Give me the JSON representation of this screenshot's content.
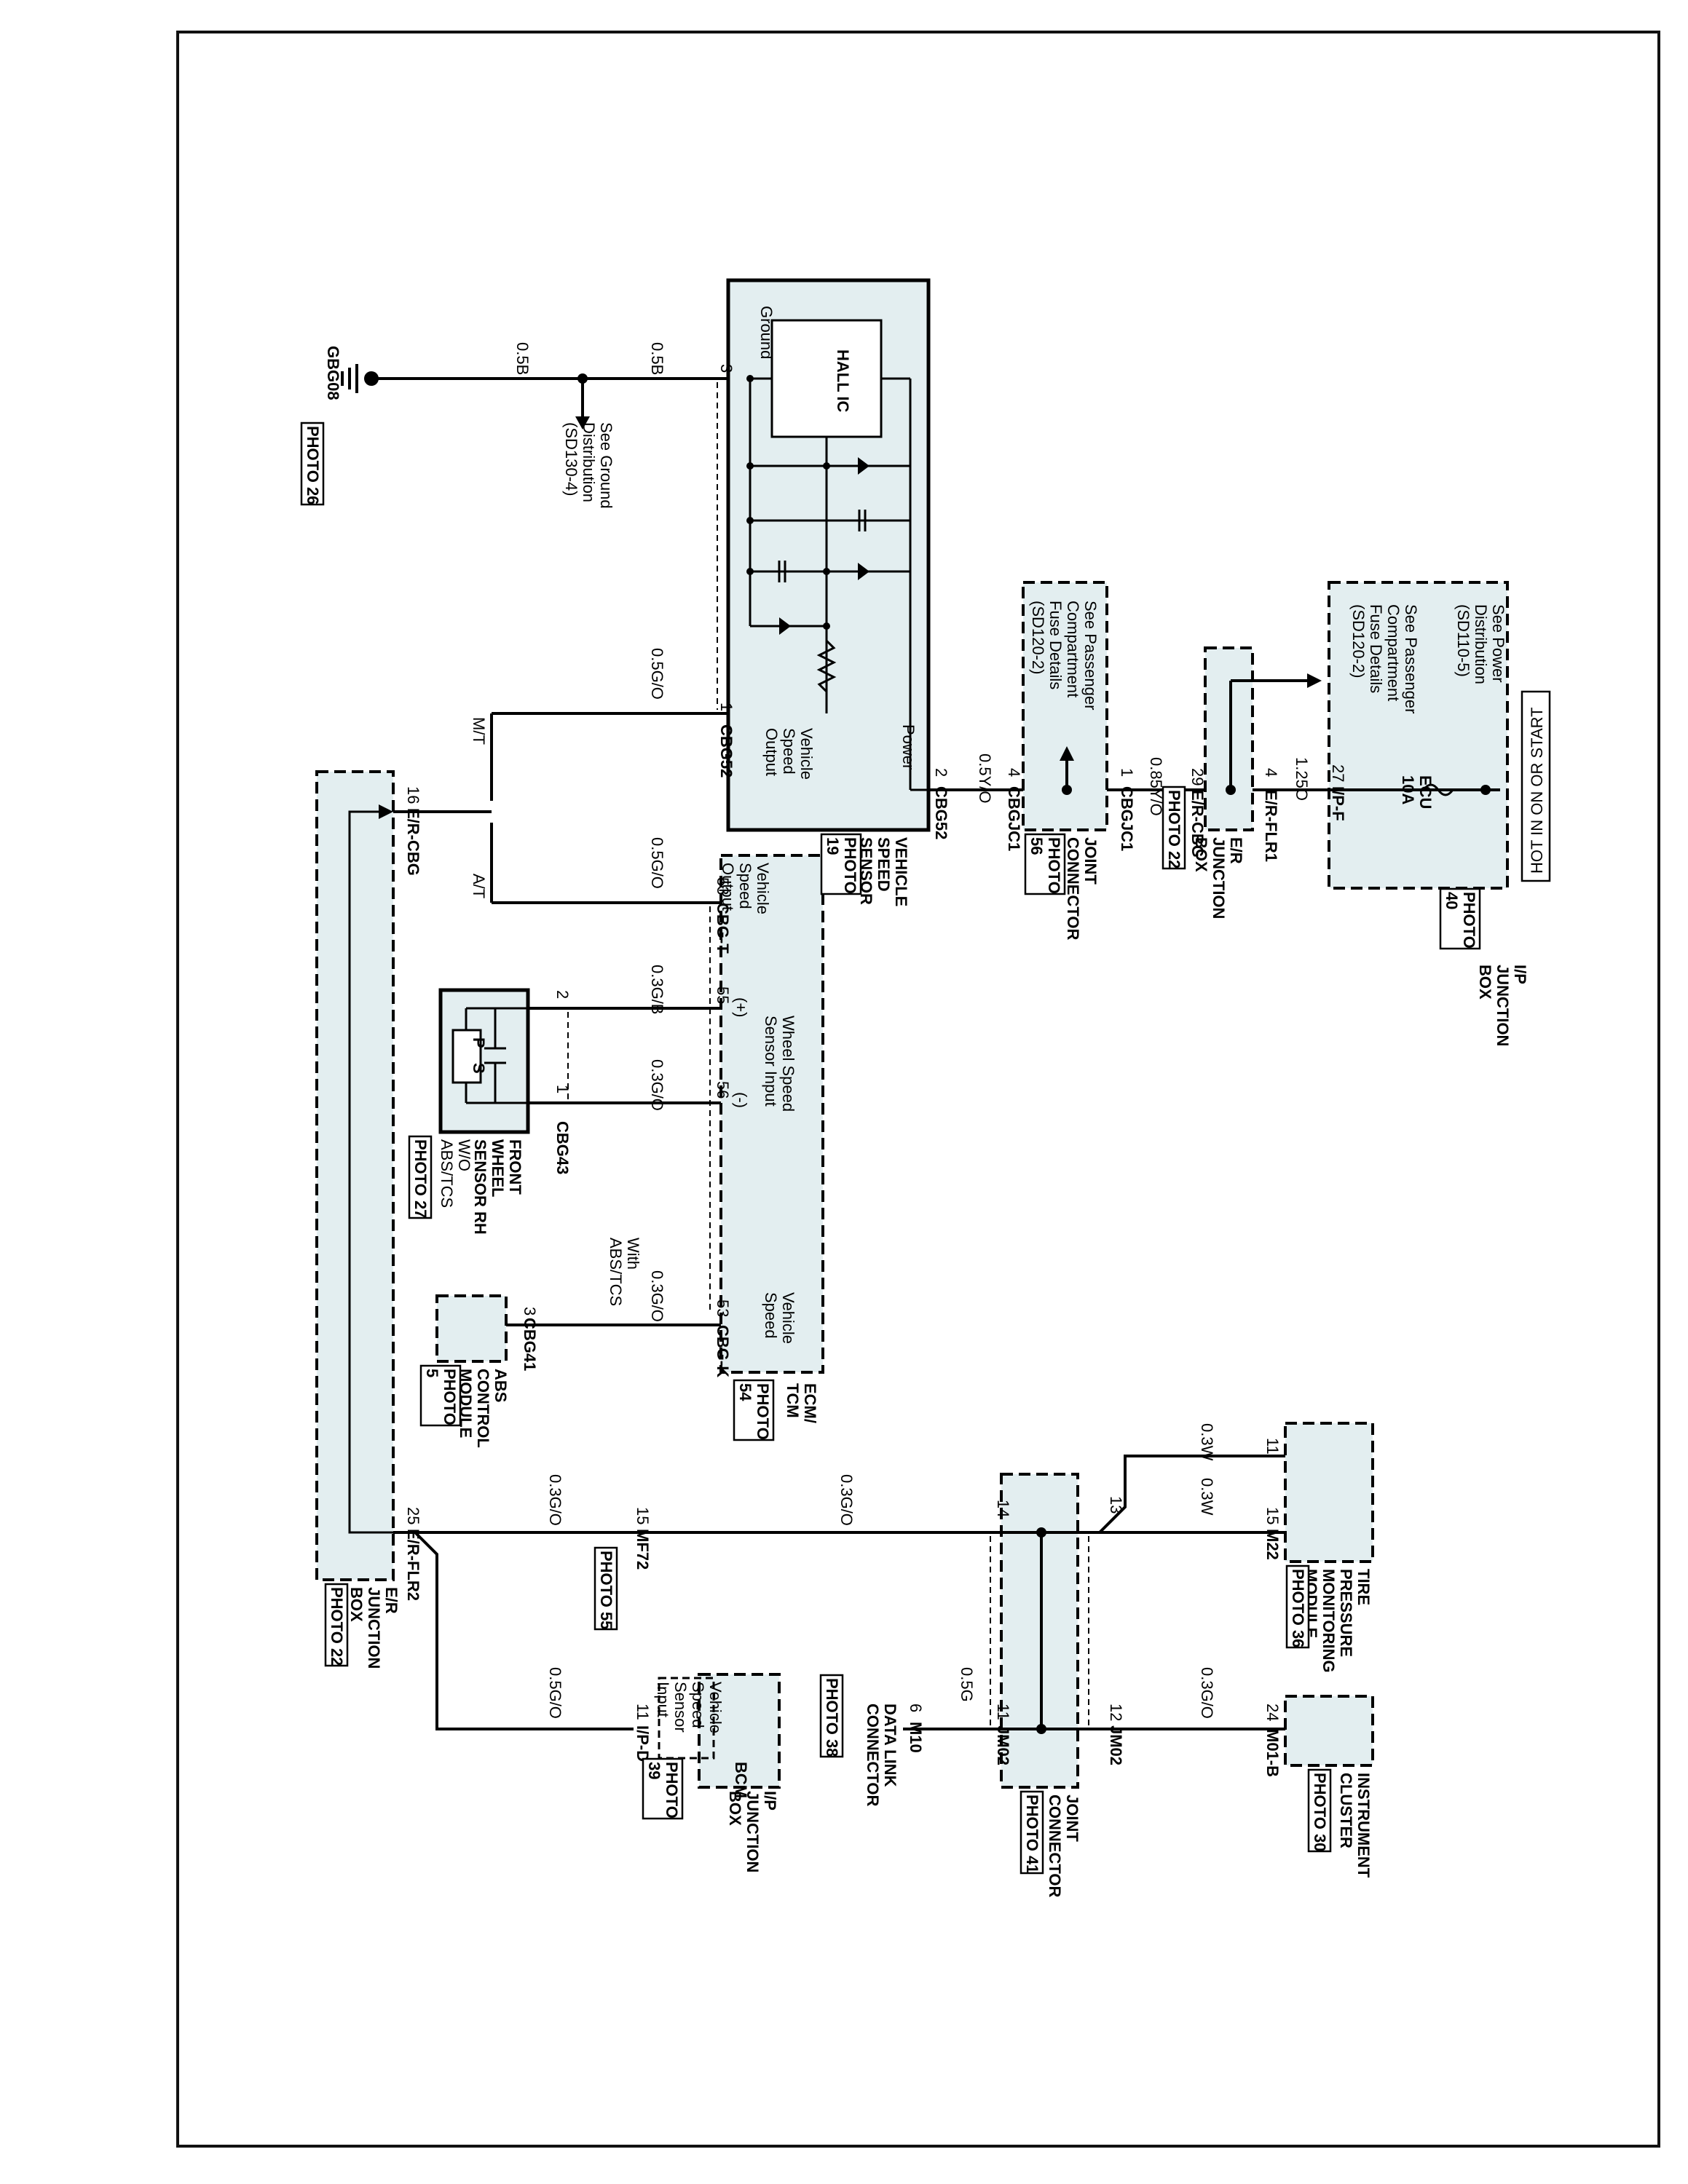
{
  "header": {
    "banner": "HOT IN ON OR START"
  },
  "ip_junction_box": {
    "name_lines": [
      "I/P",
      "JUNCTION",
      "BOX"
    ],
    "photo_lines": [
      "PHOTO",
      "40"
    ],
    "note_power": [
      "See Power",
      "Distribution",
      "(SD110-5)"
    ],
    "note_passenger": [
      "See Passenger",
      "Compartment",
      "Fuse Details",
      "(SD120-2)"
    ],
    "fuse_name": "ECU",
    "fuse_rating": "10A",
    "pin": "27",
    "connector": "I/P-F"
  },
  "er_junction_box_top": {
    "name_lines": [
      "E/R",
      "JUNCTION",
      "BOX"
    ],
    "wire_in": "1.25O",
    "pin_in": "4",
    "conn_in": "E/R-FLR1",
    "pin_out": "29",
    "conn_out": "E/R-CBG",
    "photo": "PHOTO 22"
  },
  "joint_connector_cbgjc1": {
    "name_lines": [
      "JOINT",
      "CONNECTOR"
    ],
    "photo_lines": [
      "PHOTO",
      "56"
    ],
    "note": [
      "See Passenger",
      "Compartment",
      "Fuse Details",
      "(SD120-2)"
    ],
    "wire_in": "0.85Y/O",
    "pin_in": "1",
    "conn_in": "CBGJC1",
    "pin_out": "4",
    "conn_out": "CBGJC1"
  },
  "vehicle_speed_sensor": {
    "name_lines": [
      "VEHICLE",
      "SPEED",
      "SENSOR"
    ],
    "photo_lines": [
      "PHOTO",
      "19"
    ],
    "ic_label": "HALL IC",
    "ground_label": "Ground",
    "power_label": "Power",
    "output_label": [
      "Vehicle",
      "Speed",
      "Output"
    ],
    "pin_power": "2",
    "pin_output": "1",
    "pin_ground": "3",
    "connector": "CBG52",
    "wire_power": "0.5Y/O",
    "wire_output": "0.5G/O",
    "wire_ground_a": "0.5B",
    "wire_ground_b": "0.5B"
  },
  "ground": {
    "name": "GBG08",
    "photo": "PHOTO 26",
    "note": [
      "See Ground",
      "Distribution",
      "(SD130-4)"
    ]
  },
  "transmission": {
    "mt": "M/T",
    "at": "A/T"
  },
  "ecm_tcm": {
    "name_lines": [
      "ECM/",
      "TCM"
    ],
    "photo_lines": [
      "PHOTO",
      "54"
    ],
    "vso_label": [
      "Vehicle",
      "Speed",
      "Output"
    ],
    "wss_label": [
      "Wheel Speed",
      "Sensor Input"
    ],
    "plus": "(+)",
    "minus": "(-)",
    "vs_label": [
      "Vehicle",
      "Speed"
    ],
    "pin_vso": "53",
    "conn_vso": "CBG-T",
    "pin_plus": "55",
    "pin_minus": "56",
    "pin_vs": "53",
    "conn_vs": "CBG-K",
    "wire_vso": "0.5G/O",
    "wire_plus": "0.3G/B",
    "wire_minus": "0.3G/O",
    "wire_vs": "0.3G/O",
    "with_label": [
      "With",
      "ABS/TCS"
    ]
  },
  "front_wheel_sensor": {
    "name_lines": [
      "FRONT",
      "WHEEL",
      "SENSOR RH"
    ],
    "without_label": [
      "W/O",
      "ABS/TCS"
    ],
    "p_label": "P",
    "s_label": "S",
    "pin_a": "2",
    "pin_b": "1",
    "connector": "CBG43",
    "photo": "PHOTO 27"
  },
  "abs_module": {
    "name_lines": [
      "ABS",
      "CONTROL",
      "MODULE"
    ],
    "photo_lines": [
      "PHOTO",
      "5"
    ],
    "pin": "3",
    "connector": "CBG41"
  },
  "er_junction_box_bottom": {
    "name_lines": [
      "E/R",
      "JUNCTION",
      "BOX"
    ],
    "photo": "PHOTO 22",
    "pin_in": "16",
    "conn_in": "E/R-CBG",
    "pin_out": "25",
    "conn_out": "E/R-FLR2"
  },
  "mf72": {
    "pin": "15",
    "connector": "MF72",
    "photo": "PHOTO 55",
    "wire_a": "0.3G/O",
    "wire_b": "0.3G/O"
  },
  "bcm": {
    "name_lines": [
      "I/P",
      "JUNCTION",
      "BOX"
    ],
    "bcm_label": "BCM",
    "input_label": [
      "Vehicle",
      "Speed",
      "Sensor",
      "Input"
    ],
    "photo_lines": [
      "PHOTO",
      "39"
    ],
    "pin": "11",
    "connector": "I/P-D",
    "wire": "0.5G/O"
  },
  "joint_connector_jm02": {
    "name_lines": [
      "JOINT",
      "CONNECTOR"
    ],
    "photo": "PHOTO 41",
    "pin_13": "13",
    "pin_14": "14",
    "pin_11": "11",
    "pin_12": "12",
    "conn_a": "JM02",
    "conn_b": "JM02"
  },
  "tpms": {
    "name_lines": [
      "TIRE",
      "PRESSURE",
      "MONITORING",
      "MODULE"
    ],
    "photo": "PHOTO 36",
    "pin_11": "11",
    "pin_15": "15",
    "connector": "M22",
    "wire_a": "0.3W",
    "wire_b": "0.3W"
  },
  "dlc": {
    "name_lines": [
      "DATA LINK",
      "CONNECTOR"
    ],
    "photo": "PHOTO 38",
    "pin": "6",
    "connector": "M10",
    "wire": "0.5G"
  },
  "cluster": {
    "name_lines": [
      "INSTRUMENT",
      "CLUSTER"
    ],
    "photo": "PHOTO 30",
    "pin": "24",
    "connector": "M01-B",
    "wire": "0.3G/O"
  }
}
